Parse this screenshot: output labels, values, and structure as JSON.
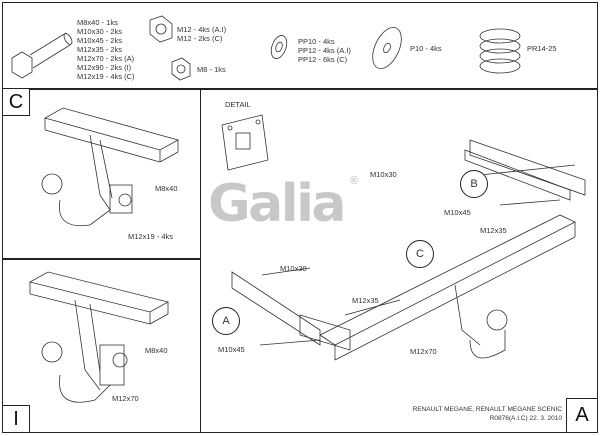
{
  "parts": {
    "bolts": [
      "M8x40 - 1ks",
      "M10x30 - 2ks",
      "M10x45 - 2ks",
      "M12x35 - 2ks",
      "M12x70 - 2ks (A)",
      "M12x90 - 2ks (I)",
      "M12x19 - 4ks (C)"
    ],
    "nuts_m12": [
      "M12 - 4ks (A.I)",
      "M12 - 2ks (C)"
    ],
    "nut_m8": "M8 - 1ks",
    "washers_pp": [
      "PP10 - 4ks",
      "PP12 - 4ks (A.I)",
      "PP12 - 6ks (C)"
    ],
    "washer_p": "P10 - 4ks",
    "spring": "PR14-25"
  },
  "panel_c": {
    "letter": "C",
    "labels": {
      "m8x40": "M8x40",
      "m12x19": "M12x19 - 4ks"
    }
  },
  "panel_i": {
    "letter": "I",
    "labels": {
      "m8x40": "M8x40",
      "m12x70": "M12x70"
    }
  },
  "main": {
    "detail": "DETAIL",
    "logo": "Galia",
    "logo_reg": "®",
    "callouts": {
      "a": "A",
      "b": "B",
      "c": "C"
    },
    "labels": {
      "m10x30_right": "M10x30",
      "m10x45_right": "M10x45",
      "m12x35_right": "M12x35",
      "m10x30_left": "M10x30",
      "m12x35_left": "M12x35",
      "m10x45_left": "M10x45",
      "m12x70": "M12x70"
    },
    "title_block": {
      "line1": "RENAULT MEGANE, RENAULT MEGANE SCENIC",
      "line2": "R0876(A.I.C) 22. 3. 2010",
      "letter": "A"
    }
  }
}
